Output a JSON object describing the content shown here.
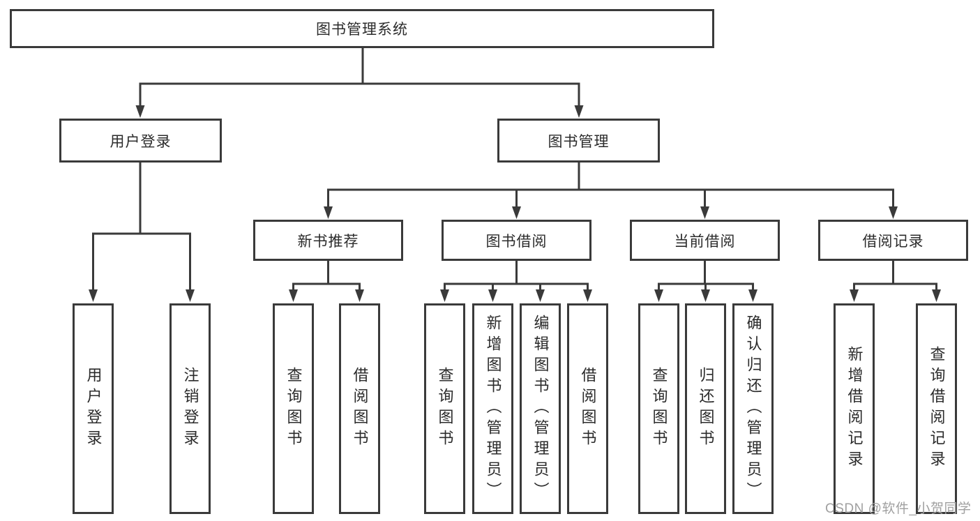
{
  "page": {
    "watermark": "CSDN @软件_小贺同学",
    "colors": {
      "line": "#3a3a3a",
      "box_border": "#3a3a3a",
      "box_fill": "#ffffff",
      "text": "#2b2b2b",
      "watermark": "#a0a0a0",
      "background": "#ffffff"
    }
  },
  "tree": {
    "root": {
      "label": "图书管理系统",
      "children": [
        {
          "label": "用户登录",
          "children": [
            {
              "label": "用户登录"
            },
            {
              "label": "注销登录"
            }
          ]
        },
        {
          "label": "图书管理",
          "children": [
            {
              "label": "新书推荐",
              "children": [
                {
                  "label": "查询图书"
                },
                {
                  "label": "借阅图书"
                }
              ]
            },
            {
              "label": "图书借阅",
              "children": [
                {
                  "label": "查询图书"
                },
                {
                  "label": "新增图书（管理员）"
                },
                {
                  "label": "编辑图书（管理员）"
                },
                {
                  "label": "借阅图书"
                }
              ]
            },
            {
              "label": "当前借阅",
              "children": [
                {
                  "label": "查询图书"
                },
                {
                  "label": "归还图书"
                },
                {
                  "label": "确认归还（管理员）"
                }
              ]
            },
            {
              "label": "借阅记录",
              "children": [
                {
                  "label": "新增借阅记录"
                },
                {
                  "label": "查询借阅记录"
                }
              ]
            }
          ]
        }
      ]
    }
  }
}
